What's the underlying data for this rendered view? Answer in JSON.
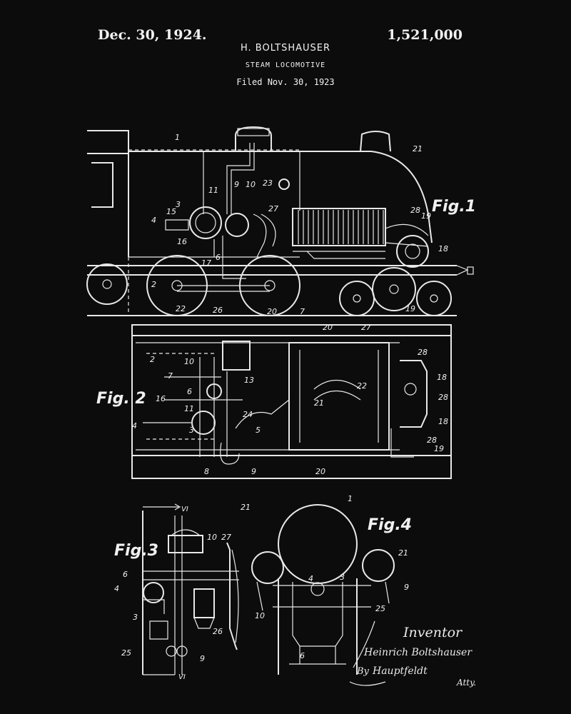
{
  "header": {
    "date": "Dec. 30, 1924.",
    "patent_number": "1,521,000",
    "inventor_name": "H. BOLTSHAUSER",
    "title": "STEAM LOCOMOTIVE",
    "filed": "Filed Nov. 30, 1923"
  },
  "figures": {
    "fig1": "Fig.1",
    "fig2": "Fig. 2",
    "fig3": "Fig.3",
    "fig4": "Fig.4"
  },
  "section_marks": {
    "top": "VI",
    "bottom": "VI"
  },
  "fig1_labels": [
    "1",
    "21",
    "9",
    "10",
    "23",
    "11",
    "3",
    "15",
    "27",
    "28",
    "19",
    "4",
    "16",
    "6",
    "18",
    "17",
    "2",
    "7",
    "22",
    "26",
    "20",
    "19"
  ],
  "fig2_labels": [
    "20",
    "27",
    "28",
    "2",
    "10",
    "18",
    "7",
    "13",
    "28",
    "16",
    "6",
    "21",
    "22",
    "18",
    "11",
    "24",
    "4",
    "5",
    "3",
    "28",
    "19",
    "8",
    "9",
    "20"
  ],
  "fig3_labels": [
    "10",
    "27",
    "6",
    "4",
    "3",
    "26",
    "25",
    "9"
  ],
  "fig4_labels": [
    "1",
    "21",
    "21",
    "9",
    "25",
    "3",
    "4",
    "10",
    "6"
  ],
  "signature": {
    "inventor_label": "Inventor",
    "inventor_signature": "Heinrich Boltshauser",
    "by": "By",
    "attorney_signature": "Hauptfeldt",
    "atty": "Atty."
  },
  "colors": {
    "background": "#0c0c0c",
    "ink": "#e8e8e8"
  }
}
